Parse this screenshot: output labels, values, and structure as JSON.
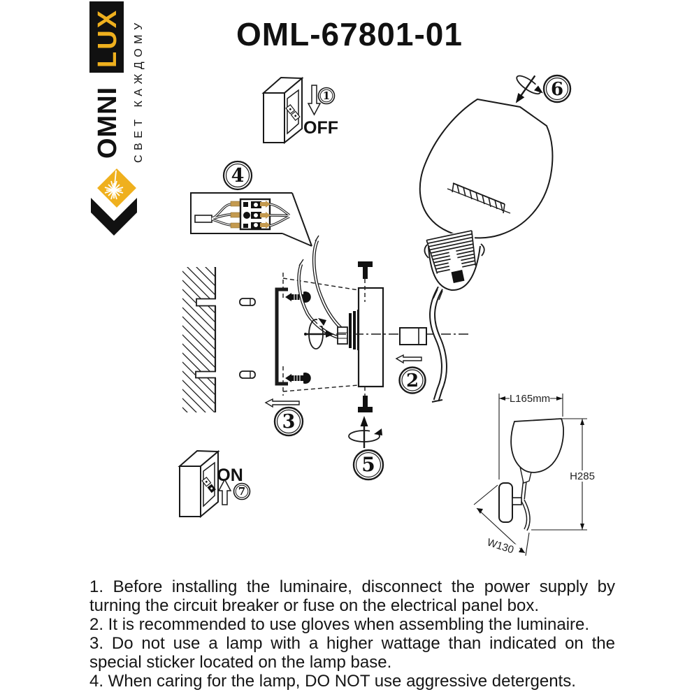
{
  "title": "OML-67801-01",
  "logo": {
    "brand_black": "OMNI",
    "brand_yellow": "LUX",
    "tagline": "СВЕТ КАЖДОМУ"
  },
  "switches": {
    "off_label": "OFF",
    "on_label": "ON"
  },
  "steps": [
    "1",
    "2",
    "3",
    "4",
    "5",
    "6",
    "7"
  ],
  "dimensions": {
    "length": "L165mm",
    "height": "H285",
    "width": "W130"
  },
  "instructions": [
    "1. Before installing the luminaire, disconnect the power supply by turning the circuit breaker or fuse on the electrical panel box.",
    "2. It is recommended to use gloves when assembling the luminaire.",
    "3. Do not use a lamp with a higher wattage than indicated on the special sticker located on the lamp base.",
    "4. When caring for the lamp, DO NOT use aggressive detergents."
  ],
  "colors": {
    "accent_yellow": "#EFB01E",
    "ferrule_gold": "#C49A4F",
    "line_black": "#1A1A1A"
  }
}
